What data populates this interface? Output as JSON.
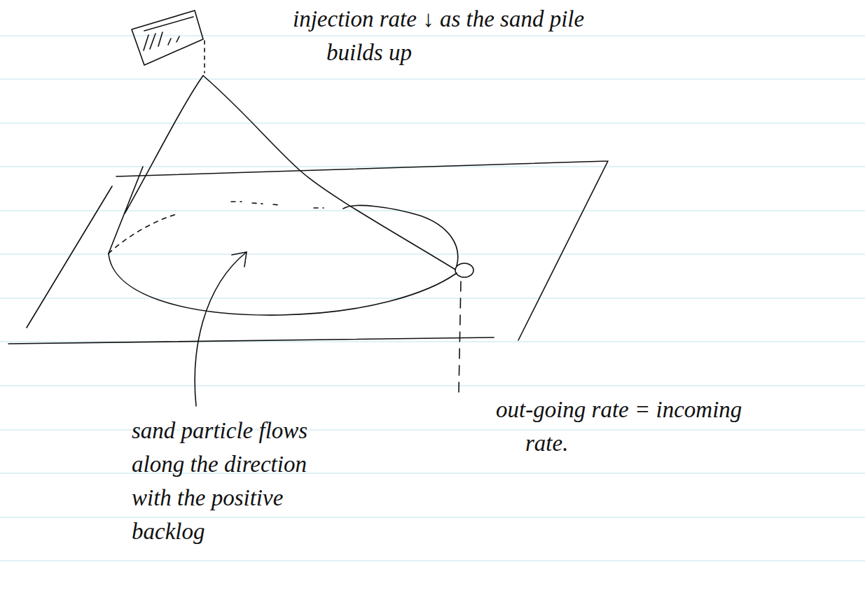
{
  "diagram": {
    "labels": [
      "injection rate ↓ as the sand pile builds up",
      "out-going rate = incoming rate.",
      "sand particle flows along the direction with the positive backlog"
    ]
  }
}
